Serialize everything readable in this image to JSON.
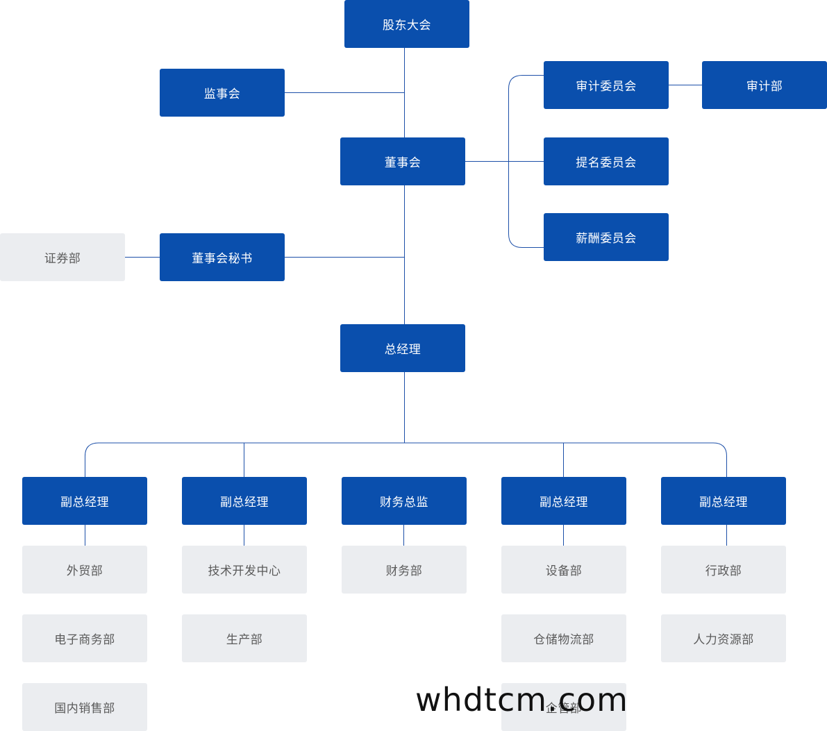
{
  "org": {
    "shareholders": "股东大会",
    "supervisory_board": "监事会",
    "board": "董事会",
    "audit_committee": "审计委员会",
    "audit_dept": "审计部",
    "nomination_committee": "提名委员会",
    "compensation_committee": "薪酬委员会",
    "board_secretary": "董事会秘书",
    "securities_dept": "证券部",
    "general_manager": "总经理",
    "managers": [
      {
        "title": "副总经理",
        "departments": [
          "外贸部",
          "电子商务部",
          "国内销售部"
        ]
      },
      {
        "title": "副总经理",
        "departments": [
          "技术开发中心",
          "生产部"
        ]
      },
      {
        "title": "财务总监",
        "departments": [
          "财务部"
        ]
      },
      {
        "title": "副总经理",
        "departments": [
          "设备部",
          "仓储物流部",
          "企管部"
        ]
      },
      {
        "title": "副总经理",
        "departments": [
          "行政部",
          "人力资源部"
        ]
      }
    ]
  },
  "watermark": "whdtcm.com",
  "colors": {
    "primary": "#0a4fad",
    "secondary": "#ebedf0",
    "line": "#1c4fa8"
  }
}
